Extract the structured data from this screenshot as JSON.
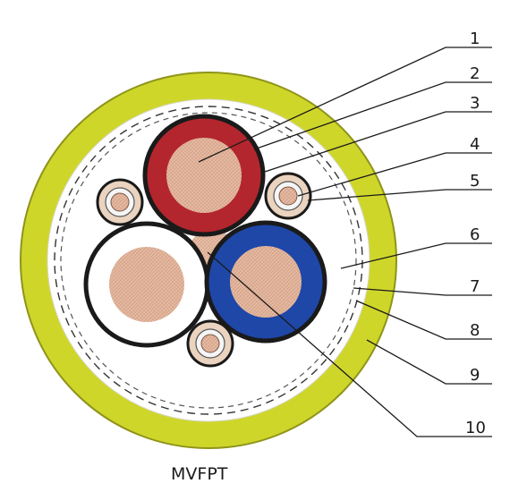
{
  "caption": "MVFPT",
  "callouts": [
    {
      "number": "1"
    },
    {
      "number": "2"
    },
    {
      "number": "3"
    },
    {
      "number": "4"
    },
    {
      "number": "5"
    },
    {
      "number": "6"
    },
    {
      "number": "7"
    },
    {
      "number": "8"
    },
    {
      "number": "9"
    },
    {
      "number": "10"
    }
  ],
  "colors": {
    "outer_sheath": "#cfd62a",
    "outer_sheath_edge": "#9ea31c",
    "filler": "#ffffff",
    "screen_dash": "#333333",
    "red_insulation": "#b3262d",
    "blue_insulation": "#1e47a8",
    "white_insulation": "#ffffff",
    "copper": "#e1b39a",
    "pilot_copper": "#e7b99e",
    "pilot_sheath": "#ead3bf",
    "pilot_insulation": "#f5f5f5",
    "core_border": "#1a1a1a"
  }
}
